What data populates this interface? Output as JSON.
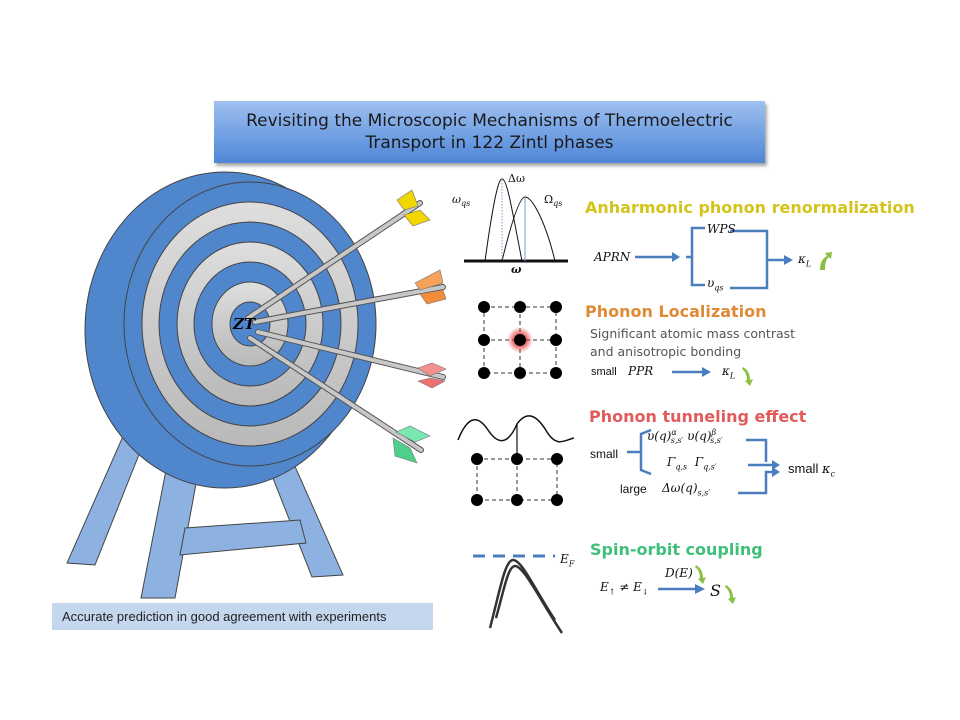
{
  "title": {
    "line1": "Revisiting the Microscopic Mechanisms of Thermoelectric",
    "line2": "Transport in 122 Zintl phases"
  },
  "target": {
    "center_label": "ZT",
    "arrow_colors": [
      "#f2d600",
      "#f28c38",
      "#f07070",
      "#4fd08a"
    ]
  },
  "caption": "Accurate prediction in good agreement with experiments",
  "colors": {
    "target_blue": "#4f86cc",
    "target_gray": "#c6c6c6",
    "stand_blue": "#8db2e2",
    "flow_arrow": "#4a7ebf",
    "up_down_arrow": "#8cc045",
    "anharmonic": "#d4c31a",
    "localization": "#e08a35",
    "tunneling": "#e25a5a",
    "soc": "#3ec07a"
  },
  "sections": {
    "anharmonic": {
      "title": "Anharmonic phonon renormalization",
      "graph_labels": {
        "left": "ω_qs",
        "top": "Δω",
        "right": "Ω_qs",
        "axis": "ω"
      },
      "input": "APRN",
      "branch_top": "WPS",
      "branch_bottom": "υ_qs",
      "output": "κ_L",
      "trend": "up"
    },
    "localization": {
      "title": "Phonon Localization",
      "desc_line1": "Significant atomic mass contrast",
      "desc_line2": "and anisotropic bonding",
      "prefix": "small",
      "input": "PPR",
      "output": "κ_L",
      "trend": "down"
    },
    "tunneling": {
      "title": "Phonon tunneling effect",
      "small_label": "small",
      "row1": "υ(q)^α_s,s′  υ(q)^β_s,s′",
      "row2": "Γ_q,s   Γ_q,s′",
      "large_label": "large",
      "row3": "Δω(q)_s,s′",
      "output": "small κ_c"
    },
    "soc": {
      "title": "Spin-orbit coupling",
      "fermi_label": "E_F",
      "input": "E↑ ≠ E↓",
      "arrow_label": "D(E)",
      "output": "S",
      "trend": "down"
    }
  }
}
